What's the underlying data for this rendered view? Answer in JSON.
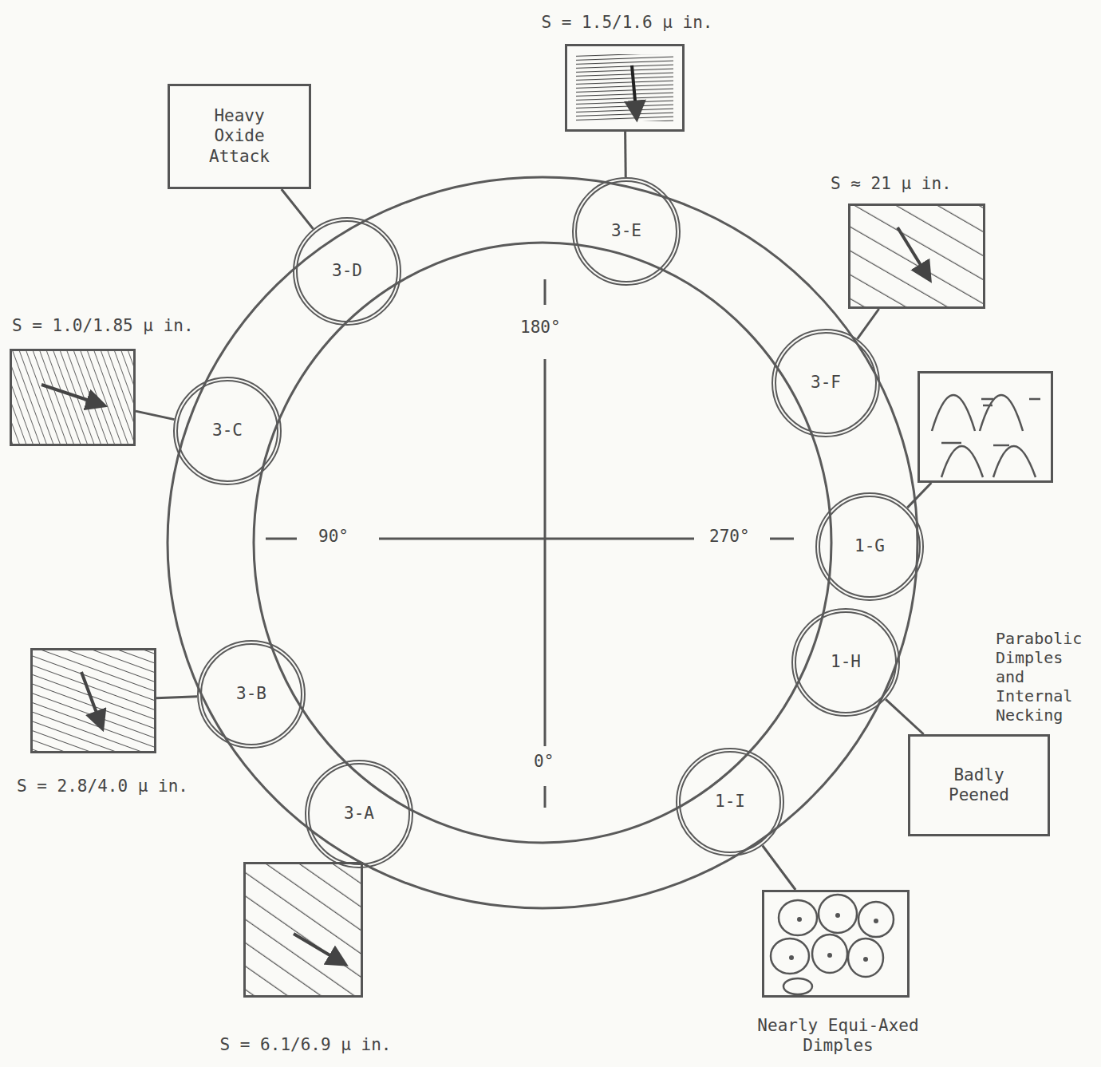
{
  "diagram": {
    "nodes": [
      {
        "text": [
          "3-A"
        ]
      },
      {
        "text": [
          "3-B"
        ]
      },
      {
        "text": [
          "3-C"
        ]
      },
      {
        "text": [
          "3-D"
        ]
      },
      {
        "text": [
          "3-E"
        ]
      },
      {
        "text": [
          "3-F"
        ]
      },
      {
        "text": [
          "1-G"
        ]
      },
      {
        "text": [
          "1-H"
        ]
      },
      {
        "text": [
          "1-I"
        ]
      },
      {
        "text": [
          "S = 6.1/6.9 μ in."
        ]
      },
      {
        "text": [
          "S = 2.8/4.0 μ in."
        ]
      },
      {
        "text": [
          "S = 1.0/1.85 μ in."
        ]
      },
      {
        "text": [
          "Heavy Oxide Attack"
        ]
      },
      {
        "text": [
          "S = 1.5/1.6 μ in."
        ]
      },
      {
        "text": [
          "S ≈ 21 μ in."
        ]
      },
      {
        "text": [
          "Parabolic Dimples and Internal Necking"
        ]
      },
      {
        "text": [
          "Badly Peened"
        ]
      },
      {
        "text": [
          "Nearly Equi-Axed Dimples"
        ]
      }
    ],
    "edges": [
      {
        "from": 0,
        "to": 9,
        "arrow": "none"
      },
      {
        "from": 1,
        "to": 10,
        "arrow": "none"
      },
      {
        "from": 2,
        "to": 11,
        "arrow": "none"
      },
      {
        "from": 3,
        "to": 12,
        "arrow": "none"
      },
      {
        "from": 4,
        "to": 13,
        "arrow": "none"
      },
      {
        "from": 5,
        "to": 14,
        "arrow": "none"
      },
      {
        "from": 6,
        "to": 15,
        "arrow": "none"
      },
      {
        "from": 7,
        "to": 16,
        "arrow": "none"
      },
      {
        "from": 8,
        "to": 17,
        "arrow": "none"
      }
    ],
    "labels": [
      "180°",
      "90°",
      "270°",
      "0°"
    ]
  }
}
